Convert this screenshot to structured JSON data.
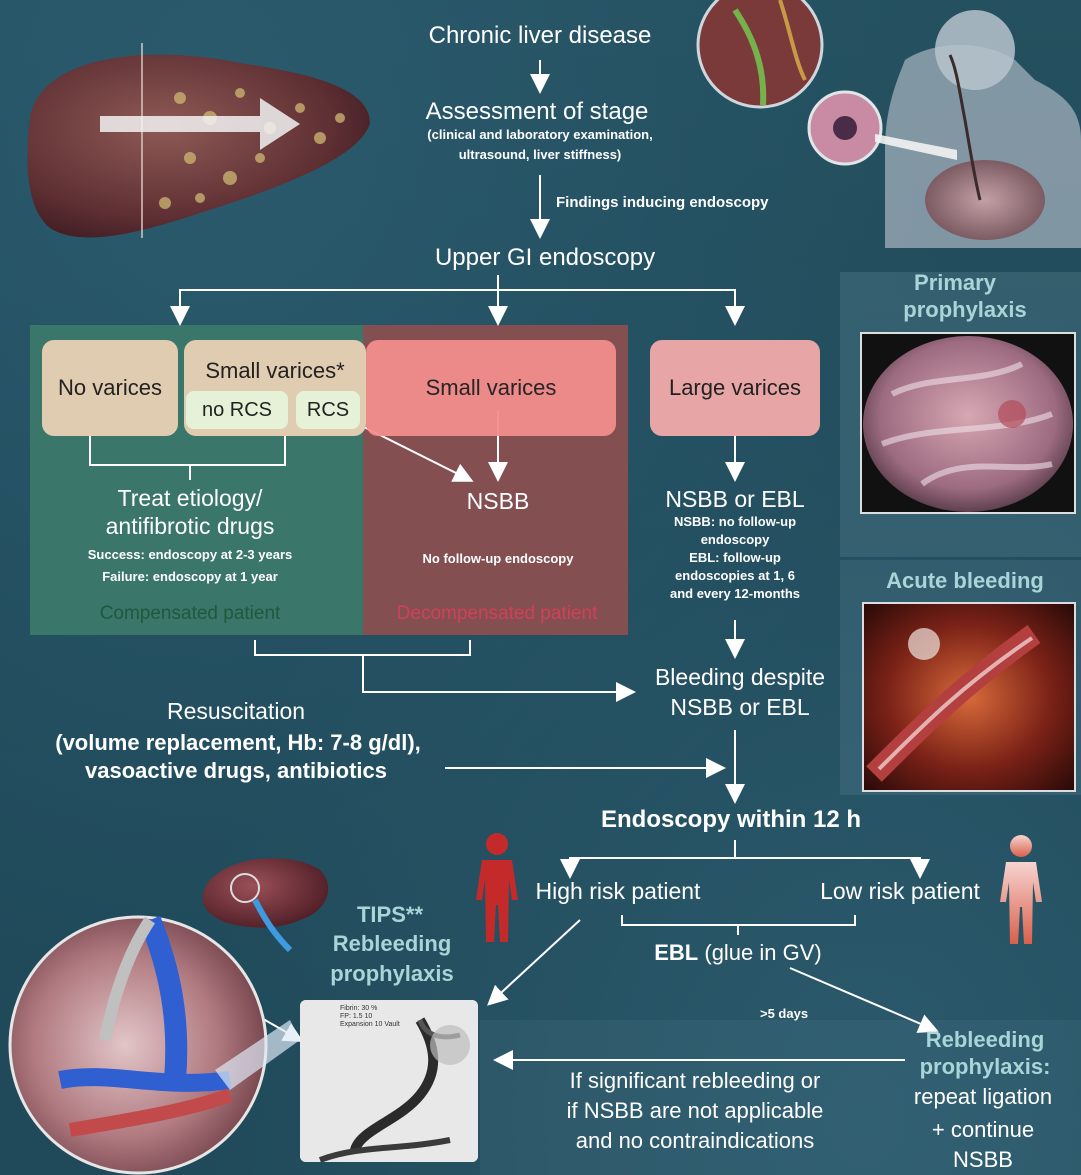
{
  "top": {
    "chronic_liver_disease": "Chronic liver disease",
    "assessment": "Assessment of stage",
    "assessment_detail_1": "(clinical and laboratory examination,",
    "assessment_detail_2": "ultrasound, liver stiffness)",
    "findings": "Findings inducing endoscopy",
    "upper_gi": "Upper GI endoscopy"
  },
  "branches": {
    "no_varices": "No varices",
    "small_varices_star": "Small varices*",
    "no_rcs": "no RCS",
    "rcs": "RCS",
    "small_varices": "Small varices",
    "large_varices": "Large varices"
  },
  "compensated": {
    "treat_1": "Treat etiology/",
    "treat_2": "antifibrotic drugs",
    "success": "Success: endoscopy at 2-3 years",
    "failure": "Failure: endoscopy at 1 year",
    "label": "Compensated patient"
  },
  "decompensated": {
    "nsbb": "NSBB",
    "no_followup": "No follow-up endoscopy",
    "label": "Decompensated patient"
  },
  "large": {
    "nsbb_or_ebl": "NSBB or EBL",
    "l1": "NSBB: no follow-up",
    "l2": "endoscopy",
    "l3": "EBL: follow-up",
    "l4": "endoscopies at 1, 6",
    "l5": "and every 12-months"
  },
  "side_labels": {
    "primary_1": "Primary",
    "primary_2": "prophylaxis",
    "acute": "Acute bleeding"
  },
  "bleeding": {
    "despite_1": "Bleeding despite",
    "despite_2": "NSBB or EBL",
    "resus_1": "Resuscitation",
    "resus_2": "(volume replacement, Hb: 7-8 g/dl),",
    "resus_3": "vasoactive drugs, antibiotics",
    "endoscopy12": "Endoscopy within 12 h"
  },
  "risk": {
    "high": "High risk patient",
    "low": "Low risk patient",
    "ebl_bold": "EBL",
    "ebl_rest": " (glue in GV)",
    "days": ">5 days"
  },
  "tips": {
    "l1": "TIPS**",
    "l2": "Rebleeding",
    "l3": "prophylaxis",
    "x_label_1": "Fibrin: 30 %",
    "x_label_2": "FP: 1.5 10",
    "x_label_3": "Expansion 10 Vault"
  },
  "rebleed": {
    "if_1": "If significant rebleeding or",
    "if_2": "if NSBB are not applicable",
    "if_3": "and no contraindications",
    "proph_1": "Rebleeding",
    "proph_2": "prophylaxis:",
    "proph_3": "repeat ligation",
    "proph_4": "+ continue",
    "proph_5": "NSBB"
  },
  "colors": {
    "background": "#1f4a5b",
    "compensated_green": "#3d7a6a",
    "decompensated_red": "#8f4f4f",
    "box_tan": "#e0ccb1",
    "box_pink": "#e8a5a6",
    "box_pinkred": "#f28d8d",
    "pill_mint": "#e6f2d8",
    "teal_heading": "#a9d4d8",
    "compensated_text": "#1d5a3d",
    "decompensated_text": "#d0405a"
  }
}
